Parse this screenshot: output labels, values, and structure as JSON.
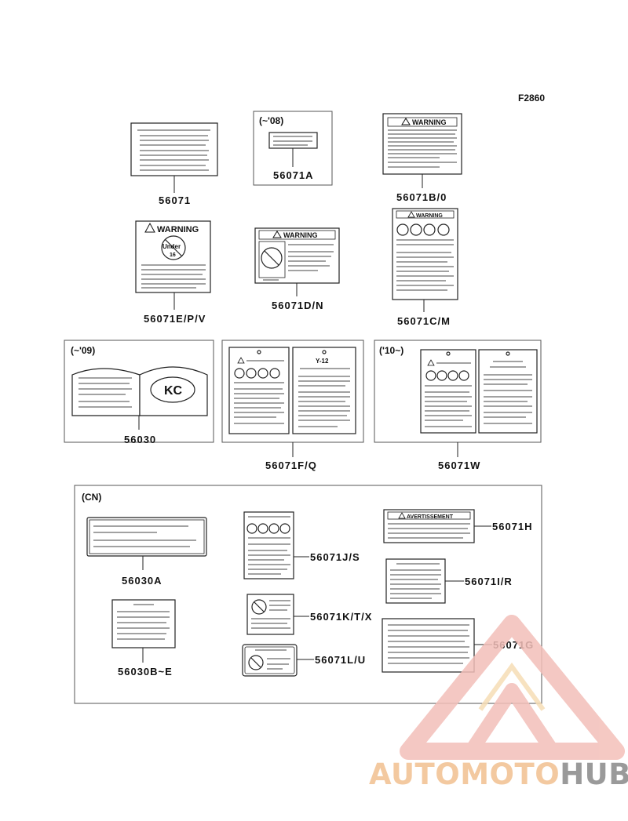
{
  "figure_code": "F2860",
  "groups": {
    "g08": "(~'08)",
    "g09": "(~'09)",
    "g10": "('10~)",
    "cn": "(CN)"
  },
  "parts": {
    "p56071": "56071",
    "p56071A": "56071A",
    "p56071BO": "56071B/0",
    "p56071EPV": "56071E/P/V",
    "p56071DN": "56071D/N",
    "p56071CM": "56071C/M",
    "p56030": "56030",
    "p56071FQ": "56071F/Q",
    "p56071W": "56071W",
    "p56030A": "56030A",
    "p56030BE": "56030B~E",
    "p56071JS": "56071J/S",
    "p56071KTX": "56071K/T/X",
    "p56071LU": "56071L/U",
    "p56071H": "56071H",
    "p56071IR": "56071I/R",
    "p56071G": "56071G"
  },
  "label_text": {
    "warning": "WARNING",
    "avertissement": "AVERTISSEMENT",
    "under": "Under",
    "age": "16",
    "kc": "KC",
    "y12": "Y-12"
  },
  "watermark": {
    "part1": "AUTOMOTO",
    "part2": "HUB",
    "color_primary": "#f3bfb9",
    "color_accent": "#f6ddb6",
    "color_secondary": "#9a9a9a"
  }
}
